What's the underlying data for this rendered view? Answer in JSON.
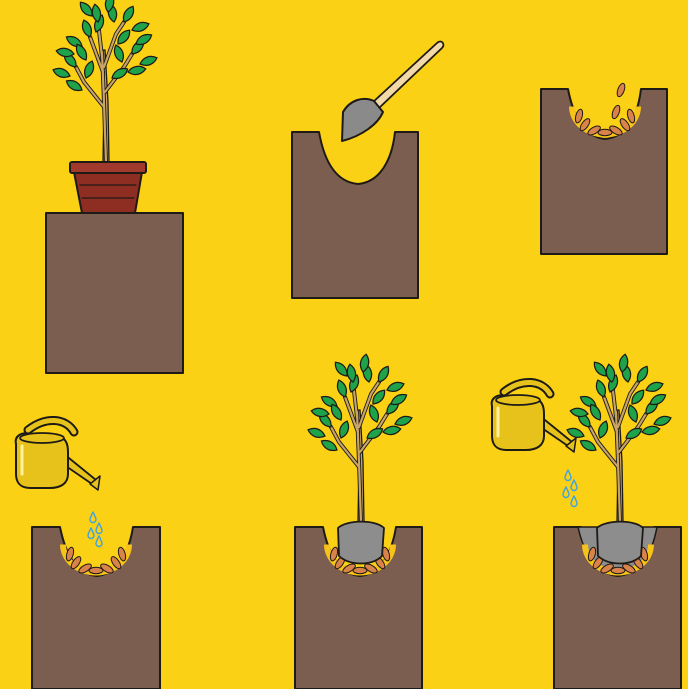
{
  "colors": {
    "background": "#FBD116",
    "soil": "#7B5E50",
    "outline": "#1E1A16",
    "leaf": "#1FA34A",
    "leaf_dark": "#0F6B2E",
    "stem": "#C8A468",
    "pot": "#8E2E23",
    "pot_rim": "#A13A2C",
    "gravel": "#D9834A",
    "hole_fill": "#F7C318",
    "root_ball": "#8D8D8D",
    "watering_can": "#E6C21A",
    "water": "#3FA3E0",
    "shovel_blade": "#8A8A8A",
    "shovel_handle": "#F4D9A8"
  },
  "steps": [
    {
      "name": "potted-plant-on-block",
      "icons": [
        "potted-plant-icon",
        "soil-block-icon"
      ]
    },
    {
      "name": "dig-hole",
      "icons": [
        "shovel-icon",
        "soil-hole-icon"
      ]
    },
    {
      "name": "add-gravel",
      "icons": [
        "gravel-icon",
        "soil-hole-icon"
      ]
    },
    {
      "name": "water-hole",
      "icons": [
        "watering-can-icon",
        "water-drops-icon",
        "gravel-icon"
      ]
    },
    {
      "name": "place-plant",
      "icons": [
        "plant-icon",
        "root-ball-icon",
        "gravel-icon"
      ]
    },
    {
      "name": "fill-and-water",
      "icons": [
        "watering-can-icon",
        "water-drops-icon",
        "plant-icon",
        "root-ball-icon"
      ]
    }
  ]
}
